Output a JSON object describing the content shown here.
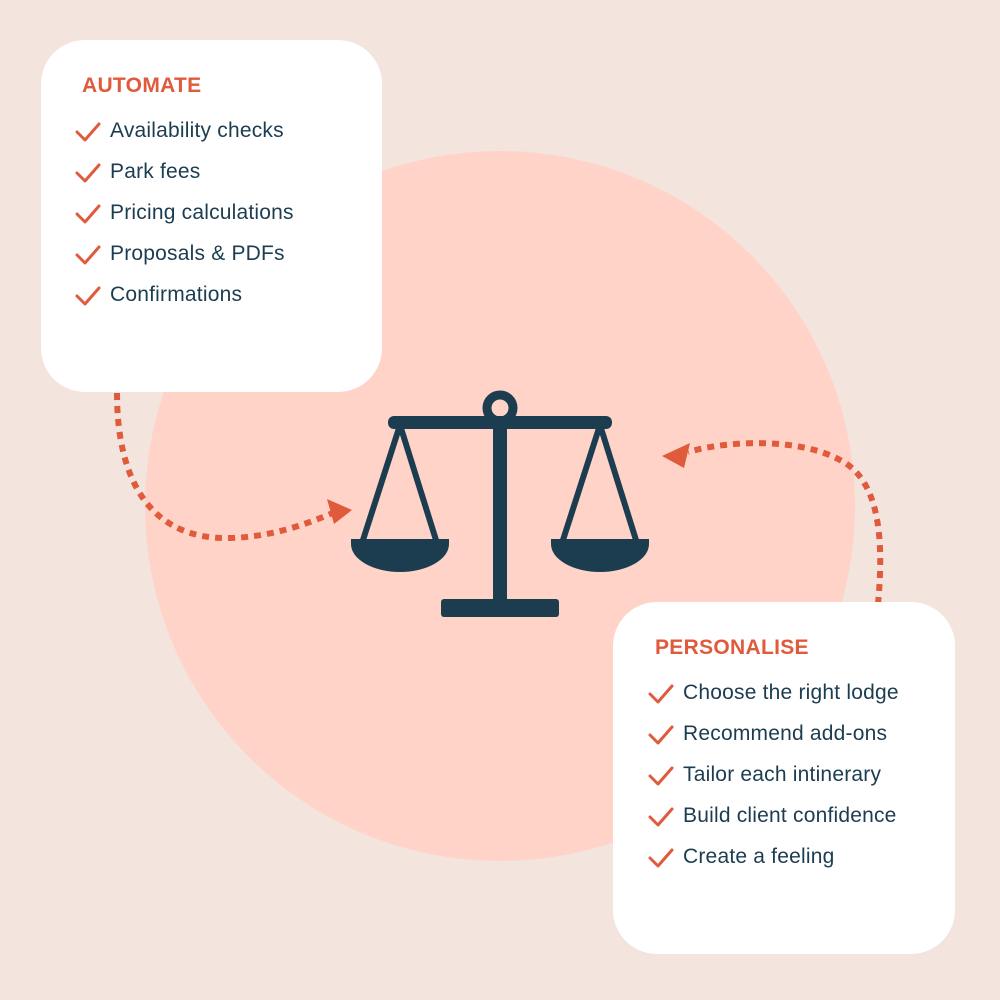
{
  "colors": {
    "background": "#F3E4DE",
    "circle": "#FFD3C8",
    "card": "#FFFFFF",
    "accent": "#E05A3C",
    "ink": "#1C3C50"
  },
  "center_icon": "balance-scale-icon",
  "automate": {
    "title": "AUTOMATE",
    "items": [
      "Availability checks",
      "Park fees",
      "Pricing calculations",
      "Proposals & PDFs",
      "Confirmations"
    ]
  },
  "personalise": {
    "title": "PERSONALISE",
    "items": [
      "Choose the right lodge",
      "Recommend add-ons",
      "Tailor each intinerary",
      "Build client confidence",
      "Create a feeling"
    ]
  },
  "item_icon": "check-icon",
  "connector_icon": "dotted-arrow-icon"
}
